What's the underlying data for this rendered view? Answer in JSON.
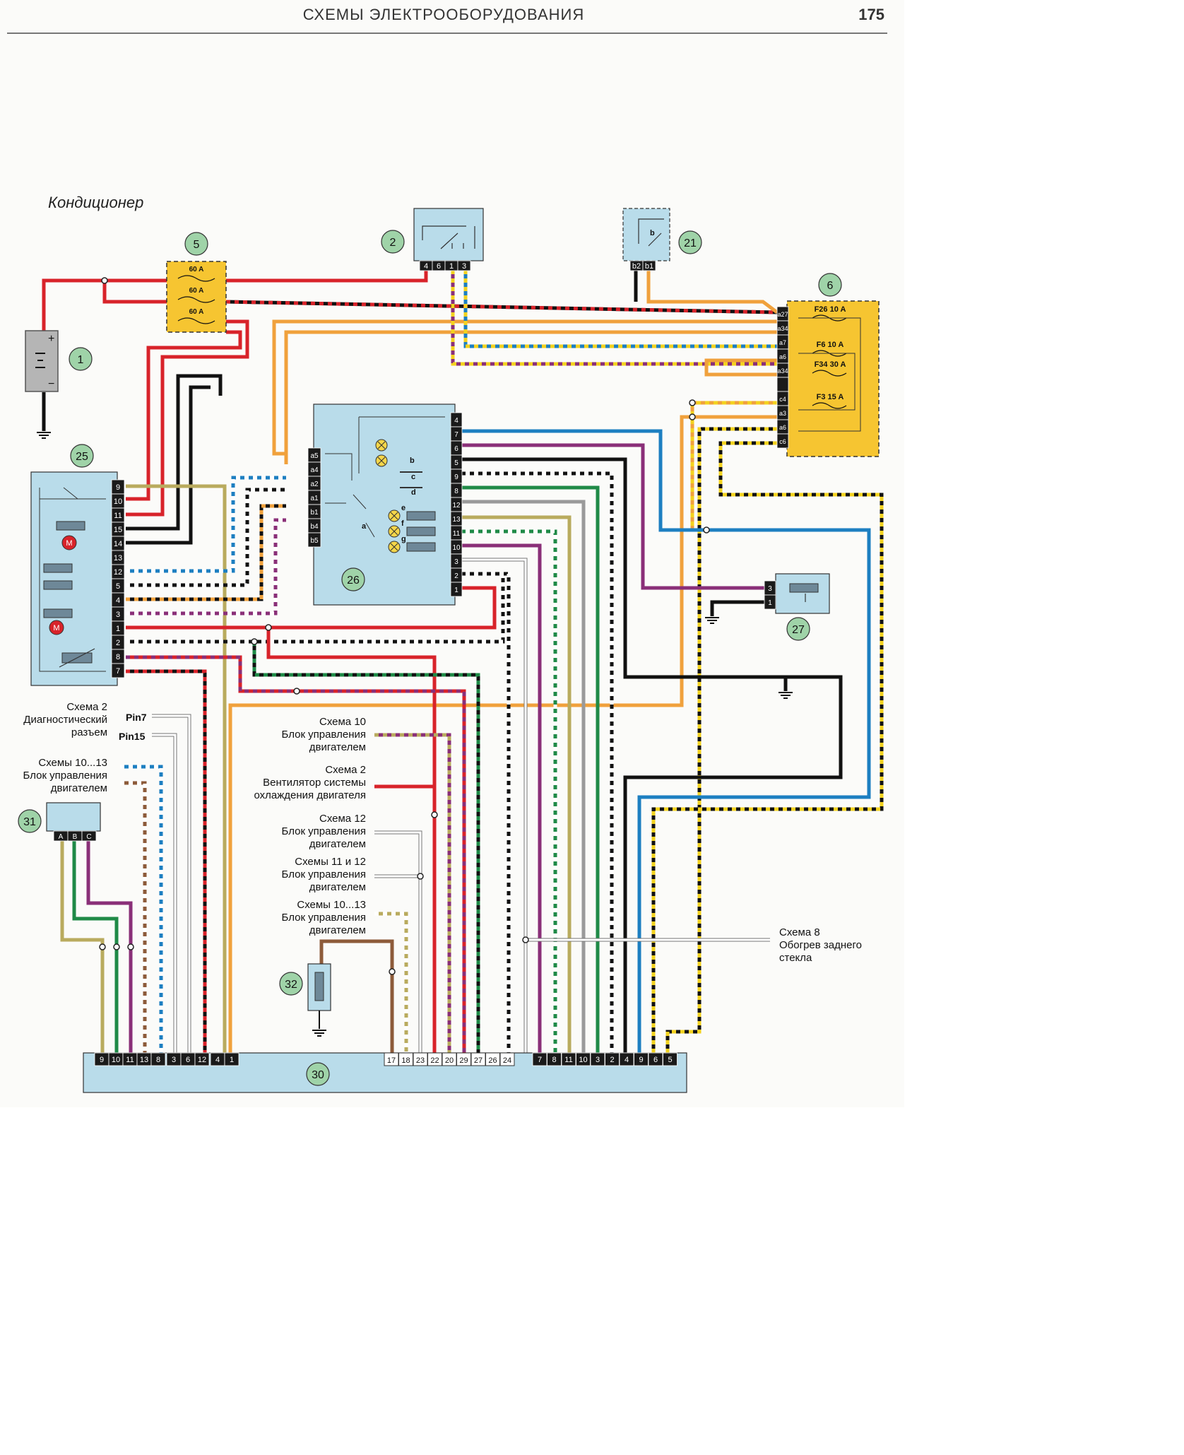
{
  "header": {
    "title": "СХЕМЫ ЭЛЕКТРООБОРУДОВАНИЯ",
    "page_number": "175"
  },
  "section_title": "Кондиционер",
  "callouts": [
    "1",
    "2",
    "5",
    "6",
    "21",
    "25",
    "26",
    "27",
    "30",
    "31",
    "32"
  ],
  "fuses_box5": [
    "60 A",
    "60 A",
    "60 A"
  ],
  "fuses_box6": [
    "F26 10 A",
    "F6 10 A",
    "F34 30 A",
    "F3 15 A"
  ],
  "relay2_pins": [
    "4",
    "6",
    "1",
    "3"
  ],
  "relay21_pins": [
    "b2",
    "b1"
  ],
  "relay21_contact": "b",
  "box6_pins": [
    "a27",
    "a34",
    "a7",
    "a6",
    "a34",
    "",
    "c4",
    "a3",
    "a6",
    "c6"
  ],
  "box25_pins": [
    "9",
    "10",
    "11",
    "15",
    "14",
    "13",
    "12",
    "5",
    "4",
    "3",
    "1",
    "2",
    "8",
    "7"
  ],
  "motor_label": "M",
  "box26_left_pins": [
    "a5",
    "a4",
    "a2",
    "a1",
    "b1",
    "b4",
    "b5"
  ],
  "box26_right_pins": [
    "4",
    "7",
    "6",
    "5",
    "9",
    "8",
    "12",
    "13",
    "11",
    "10",
    "3",
    "2",
    "1"
  ],
  "box26_contacts": [
    "a",
    "b",
    "c",
    "d",
    "e",
    "f",
    "g"
  ],
  "box27_pins": [
    "3",
    "1"
  ],
  "box31_pins": [
    "A",
    "B",
    "C"
  ],
  "connector30_pins": [
    "9",
    "10",
    "11",
    "13",
    "8",
    "3",
    "6",
    "12",
    "4",
    "1",
    "17",
    "18",
    "23",
    "22",
    "20",
    "29",
    "27",
    "26",
    "24",
    "7",
    "8",
    "11",
    "10",
    "3",
    "2",
    "4",
    "9",
    "6",
    "5"
  ],
  "labels": {
    "diag": [
      "Схема 2",
      "Диагностический",
      "разъем"
    ],
    "pin7": "Pin7",
    "pin15": "Pin15",
    "ecu_left": [
      "Схемы 10...13",
      "Блок управления",
      "двигателем"
    ],
    "s10": [
      "Схема 10",
      "Блок управления",
      "двигателем"
    ],
    "s2fan": [
      "Схема 2",
      "Вентилятор системы",
      "охлаждения двигателя"
    ],
    "s12": [
      "Схема 12",
      "Блок управления",
      "двигателем"
    ],
    "s1112": [
      "Схемы 11 и 12",
      "Блок управления",
      "двигателем"
    ],
    "s1013b": [
      "Схемы 10...13",
      "Блок управления",
      "двигателем"
    ],
    "s8": [
      "Схема 8",
      "Обогрев заднего",
      "стекла"
    ]
  },
  "colors": {
    "box_blue": "#b9dcea",
    "box_yellow": "#f6c531",
    "red": "#d8232a",
    "black": "#111111",
    "orange": "#f0a13c",
    "blue": "#1d7fc1",
    "green": "#1f8a47",
    "violet": "#8a2f78",
    "olive": "#b9ab5e",
    "brown": "#8d5b3a",
    "grey": "#9a9a9a"
  }
}
